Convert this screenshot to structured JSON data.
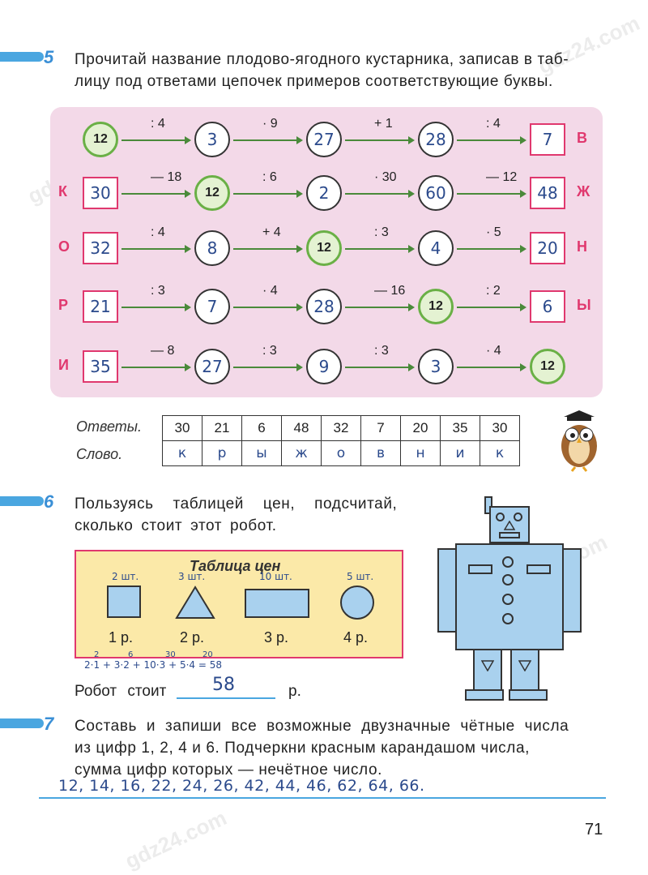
{
  "watermark": "gdz24.com",
  "page_number": "71",
  "task5": {
    "number": "5",
    "lines": [
      "Прочитай название плодово-ягодного кустарника, записав в таб-",
      "лицу под ответами цепочек примеров соответствующие буквы."
    ],
    "rows": [
      {
        "letter_left": "",
        "letter_right": "В",
        "values": [
          "12",
          "3",
          "27",
          "28",
          "7"
        ],
        "ops": [
          ": 4",
          "· 9",
          "+ 1",
          ": 4"
        ]
      },
      {
        "letter_left": "К",
        "letter_right": "Ж",
        "values": [
          "30",
          "12",
          "2",
          "60",
          "48"
        ],
        "ops": [
          "— 18",
          ": 6",
          "· 30",
          "— 12"
        ]
      },
      {
        "letter_left": "О",
        "letter_right": "Н",
        "values": [
          "32",
          "8",
          "12",
          "4",
          "20"
        ],
        "ops": [
          ": 4",
          "+ 4",
          ": 3",
          "· 5"
        ]
      },
      {
        "letter_left": "Р",
        "letter_right": "Ы",
        "values": [
          "21",
          "7",
          "28",
          "12",
          "6"
        ],
        "ops": [
          ": 3",
          "· 4",
          "— 16",
          ": 2"
        ]
      },
      {
        "letter_left": "И",
        "letter_right": "",
        "values": [
          "35",
          "27",
          "9",
          "3",
          "12"
        ],
        "ops": [
          "— 8",
          ": 3",
          ": 3",
          "· 4"
        ]
      }
    ],
    "answers_label": "Ответы.",
    "word_label": "Слово.",
    "answers": [
      "30",
      "21",
      "6",
      "48",
      "32",
      "7",
      "20",
      "35",
      "30"
    ],
    "word_letters": [
      "к",
      "р",
      "ы",
      "ж",
      "о",
      "в",
      "н",
      "и",
      "к"
    ]
  },
  "task6": {
    "number": "6",
    "lines": [
      "Пользуясь таблицей цен, подсчитай,",
      "сколько стоит этот робот."
    ],
    "price_title": "Таблица цен",
    "items": [
      {
        "count": "2 шт.",
        "price": "1 р."
      },
      {
        "count": "3 шт.",
        "price": "2 р."
      },
      {
        "count": "10 шт.",
        "price": "3 р."
      },
      {
        "count": "5 шт.",
        "price": "4 р."
      }
    ],
    "calc": "2·1 + 3·2 + 10·3 + 5·4 = 58",
    "calc_above": [
      "2",
      "6",
      "30",
      "20"
    ],
    "robot_cost_label": "Робот стоит",
    "robot_cost_value": "58",
    "robot_cost_unit": "р."
  },
  "task7": {
    "number": "7",
    "lines": [
      "Составь и запиши все возможные двузначные чётные числа",
      "из цифр 1, 2, 4 и 6. Подчеркни красным карандашом числа,",
      "сумма цифр которых — нечётное число."
    ],
    "answer": "12, 14, 16, 22, 24, 26, 42, 44, 46, 62, 64, 66."
  }
}
